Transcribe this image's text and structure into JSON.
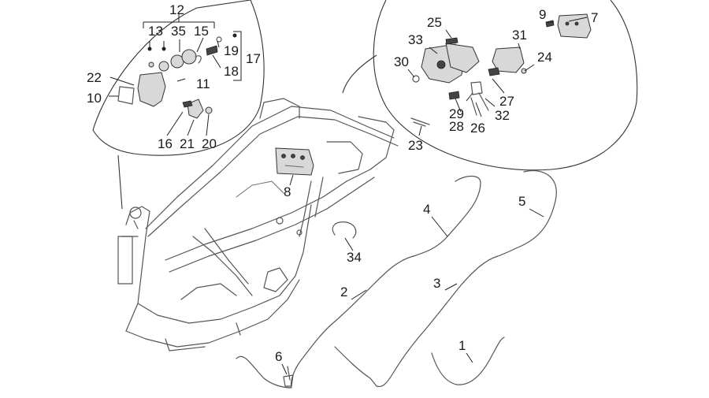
{
  "callouts": {
    "c1": "1",
    "c2": "2",
    "c3": "3",
    "c4": "4",
    "c5": "5",
    "c6": "6",
    "c7": "7",
    "c8": "8",
    "c9": "9",
    "c10": "10",
    "c11": "11",
    "c12": "12",
    "c13": "13",
    "c15": "15",
    "c16": "16",
    "c17": "17",
    "c18": "18",
    "c19": "19",
    "c20": "20",
    "c21": "21",
    "c22": "22",
    "c23": "23",
    "c24": "24",
    "c25": "25",
    "c26": "26",
    "c27": "27",
    "c28": "28",
    "c29": "29",
    "c30": "30",
    "c31": "31",
    "c32": "32",
    "c33": "33",
    "c34": "34",
    "c35": "35"
  }
}
